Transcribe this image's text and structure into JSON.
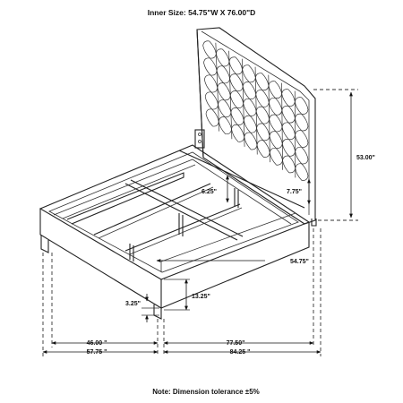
{
  "header": {
    "inner_size": "Inner Size: 54.75\"W X 76.00\"D"
  },
  "dimensions": {
    "headboard_height": "53.00\"",
    "slat_height": "6.25\"",
    "rail_height": "7.75\"",
    "inner_width": "54.75\"",
    "frame_height": "13.25\"",
    "leg_height": "3.25\"",
    "side_inner": "46.00 \"",
    "side_outer": "57.75 \"",
    "length_inner": "77.50\"",
    "length_outer": "84.25 \""
  },
  "footer": {
    "note": "Note: Dimension tolerance ±5%"
  },
  "colors": {
    "line": "#222222",
    "background": "#ffffff"
  }
}
